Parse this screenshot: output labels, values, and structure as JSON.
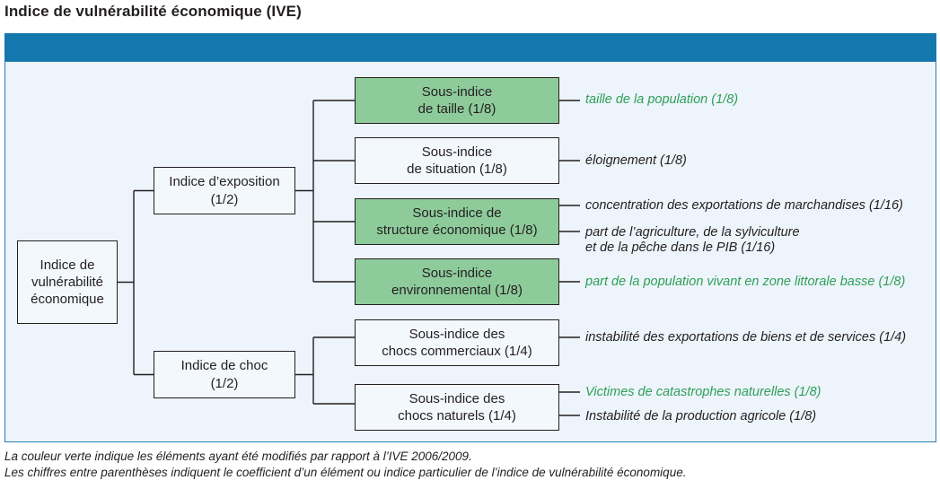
{
  "title": "Indice de vulnérabilité économique (IVE)",
  "colors": {
    "header_bar": "#1478ae",
    "panel_background": "#edf4fb",
    "panel_border": "#2b7db0",
    "highlight_green_fill": "#8ecb9b",
    "highlight_green_text": "#2f9f59",
    "text_dark": "#231f20"
  },
  "tree": {
    "root": {
      "label": "Indice de\nvulnérabilité\néconomique"
    },
    "branches": [
      {
        "label": "Indice d’exposition\n(1/2)"
      },
      {
        "label": "Indice de choc\n(1/2)"
      }
    ],
    "sub_indices": [
      {
        "label": "Sous-indice\nde taille (1/8)",
        "highlighted": true
      },
      {
        "label": "Sous-indice\nde situation (1/8)",
        "highlighted": false
      },
      {
        "label": "Sous-indice de\nstructure économique (1/8)",
        "highlighted": true
      },
      {
        "label": "Sous-indice\nenvironnemental (1/8)",
        "highlighted": true
      },
      {
        "label": "Sous-indice des\nchocs commerciaux (1/4)",
        "highlighted": false
      },
      {
        "label": "Sous-indice des\nchocs naturels (1/4)",
        "highlighted": false
      }
    ],
    "components": [
      {
        "label": "taille de la population (1/8)",
        "highlighted": true
      },
      {
        "label": "éloignement (1/8)",
        "highlighted": false
      },
      {
        "label": "concentration des exportations de marchandises (1/16)",
        "highlighted": false
      },
      {
        "label": "part de l’agriculture, de la sylviculture\net de la pêche dans le PIB (1/16)",
        "highlighted": false
      },
      {
        "label": "part de la population vivant en zone littorale basse (1/8)",
        "highlighted": true
      },
      {
        "label": "instabilité des exportations de biens et de services (1/4)",
        "highlighted": false
      },
      {
        "label": "Victimes de catastrophes naturelles (1/8)",
        "highlighted": true
      },
      {
        "label": "Instabilité de la production agricole (1/8)",
        "highlighted": false
      }
    ]
  },
  "notes": [
    "La couleur verte indique les éléments ayant été modifiés par rapport à l’IVE 2006/2009.",
    "Les chiffres entre parenthèses indiquent le coefficient d’un élément ou indice particulier de l’indice de vulnérabilité économique."
  ]
}
